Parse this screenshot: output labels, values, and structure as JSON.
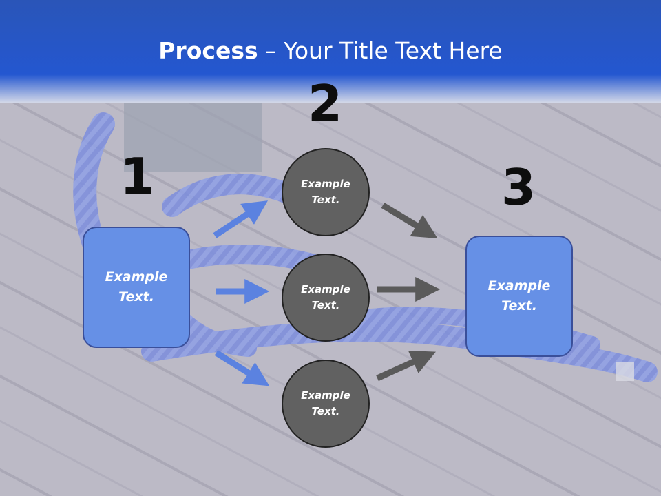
{
  "title": {
    "bold": "Process",
    "rest": " – Your Title Text Here"
  },
  "steps": {
    "one": {
      "number": "1",
      "label": "Example Text."
    },
    "two": {
      "number": "2",
      "circles": [
        {
          "label": "Example Text."
        },
        {
          "label": "Example Text."
        },
        {
          "label": "Example Text."
        }
      ]
    },
    "three": {
      "number": "3",
      "label": "Example Text."
    }
  },
  "colors": {
    "header_blue": "#2356c8",
    "box_fill": "#6690e6",
    "circle_fill": "#616161",
    "blue_arrow": "#5b82e0",
    "gray_arrow": "#5a5a5a"
  }
}
